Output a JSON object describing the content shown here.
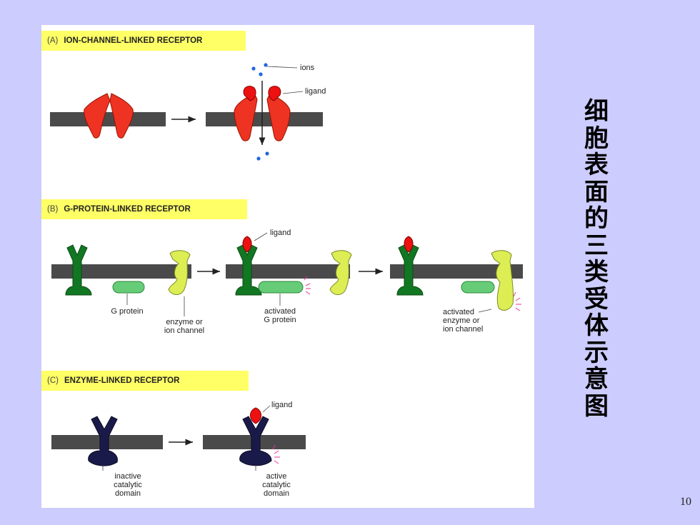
{
  "side_title": "细胞表面的三类受体示意图",
  "page_number": "10",
  "sections": [
    {
      "tag": "(A)",
      "title": "ION-CHANNEL-LINKED RECEPTOR",
      "labels": {
        "ions": "ions",
        "ligand": "ligand"
      }
    },
    {
      "tag": "(B)",
      "title": "G-PROTEIN-LINKED RECEPTOR",
      "labels": {
        "ligand": "ligand",
        "g_protein": "G protein",
        "enzyme": "enzyme or\nion channel",
        "activated_g": "activated\nG protein",
        "activated_enzyme": "activated\nenzyme or\nion channel"
      }
    },
    {
      "tag": "(C)",
      "title": "ENZYME-LINKED RECEPTOR",
      "labels": {
        "ligand": "ligand",
        "inactive": "inactive\ncatalytic\ndomain",
        "active": "active\ncatalytic\ndomain"
      }
    }
  ],
  "colors": {
    "membrane": "#4a4a4a",
    "ion_channel": "#ee3322",
    "receptor_green": "#117722",
    "g_protein": "#66cc77",
    "enzyme": "#ddee55",
    "enzyme_receptor": "#1a1a4a",
    "ligand": "#ee1111",
    "ion": "#2266dd",
    "activation": "#ee3399"
  }
}
